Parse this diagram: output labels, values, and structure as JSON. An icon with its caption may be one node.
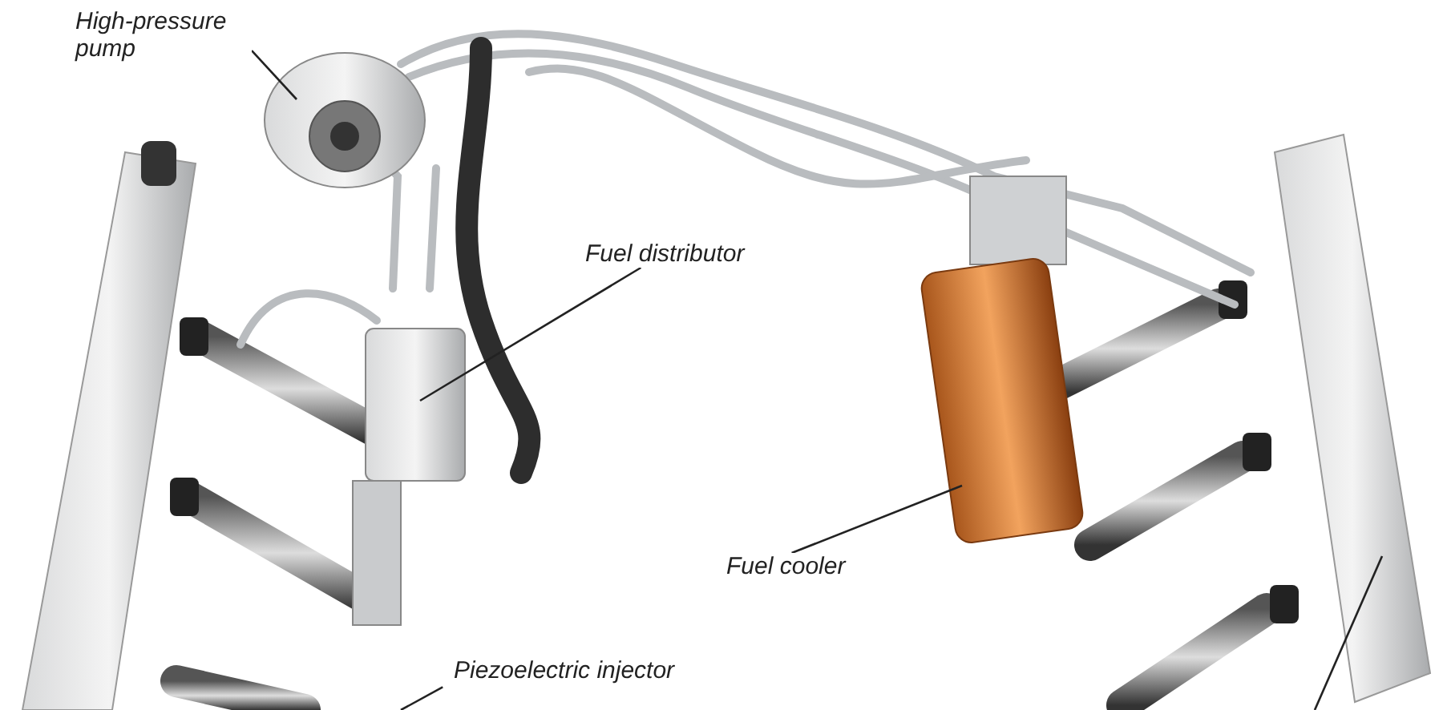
{
  "diagram": {
    "nodes": [
      {
        "text": [
          "High-pressure pump"
        ]
      },
      {
        "text": [],
        "shape": "picture"
      },
      {
        "text": [
          "Fuel distributor"
        ]
      },
      {
        "text": [],
        "shape": "picture"
      },
      {
        "text": [
          "Fuel cooler"
        ]
      },
      {
        "text": [],
        "shape": "picture"
      },
      {
        "text": [
          "Piezoelectric injector"
        ]
      },
      {
        "text": [],
        "shape": "picture"
      }
    ],
    "edges": [
      {
        "from": 0,
        "to": 1,
        "arrow": "none"
      },
      {
        "from": 2,
        "to": 3,
        "arrow": "none"
      },
      {
        "from": 4,
        "to": 5,
        "arrow": "none"
      },
      {
        "from": 6,
        "to": null,
        "arrow": "none"
      },
      {
        "from": null,
        "to": 7,
        "arrow": "none"
      }
    ]
  }
}
